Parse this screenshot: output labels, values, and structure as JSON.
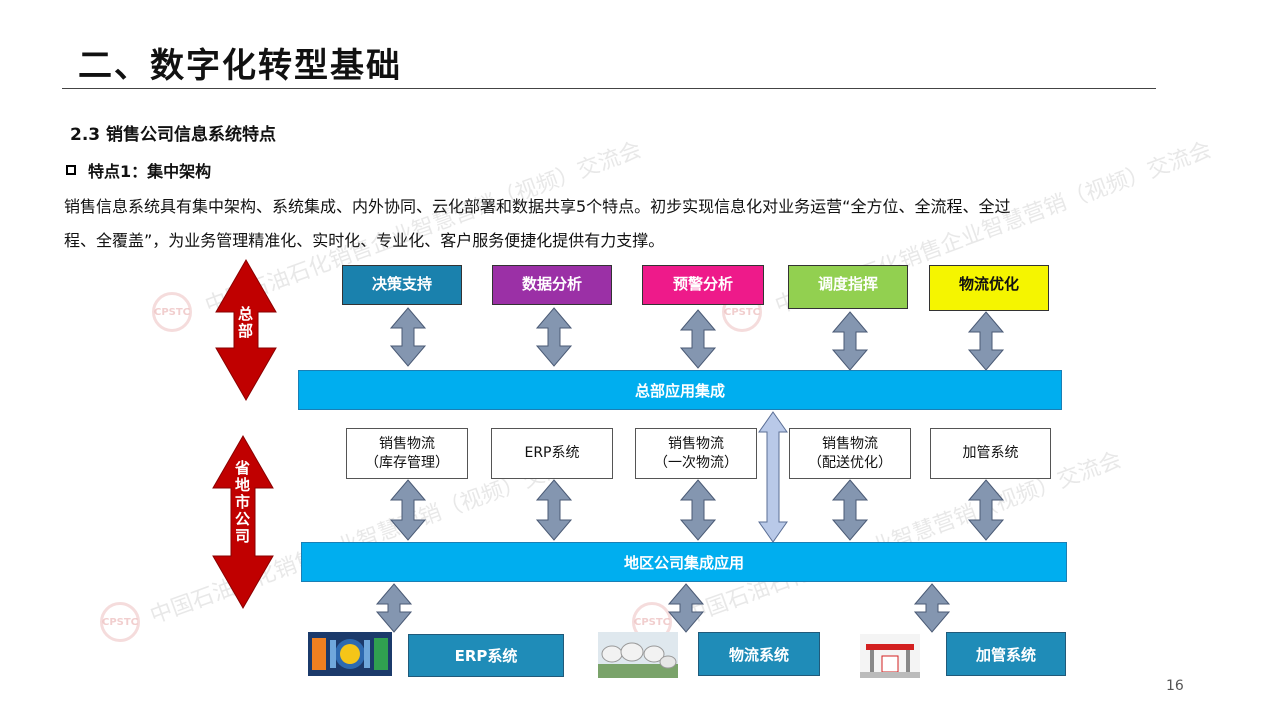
{
  "header": {
    "title": "二、数字化转型基础",
    "subtitle": "2.3  销售公司信息系统特点",
    "feature": "特点1：集中架构",
    "paragraph_line1": "销售信息系统具有集中架构、系统集成、内外协同、云化部署和数据共享5个特点。初步实现信息化对业务运营“全方位、全流程、全过",
    "paragraph_line2": "程、全覆盖”，为业务管理精准化、实时化、专业化、客户服务便捷化提供有力支撑。"
  },
  "diagram": {
    "hq_label": "总部",
    "province_label": "省地市公司",
    "hq_apps": [
      {
        "label": "决策支持",
        "color": "#1a81ad",
        "text_color": "#ffffff"
      },
      {
        "label": "数据分析",
        "color": "#9b30a6",
        "text_color": "#ffffff"
      },
      {
        "label": "预警分析",
        "color": "#ee1a8a",
        "text_color": "#ffffff"
      },
      {
        "label": "调度指挥",
        "color": "#92d050",
        "text_color": "#ffffff"
      },
      {
        "label": "物流优化",
        "color": "#f5f500",
        "text_color": "#111111"
      }
    ],
    "hq_integration": "总部应用集成",
    "regional_systems": [
      {
        "line1": "销售物流",
        "line2": "（库存管理）"
      },
      {
        "line1": "ERP系统",
        "line2": ""
      },
      {
        "line1": "销售物流",
        "line2": "（一次物流）"
      },
      {
        "line1": "销售物流",
        "line2": "（配送优化）"
      },
      {
        "line1": "加管系统",
        "line2": ""
      }
    ],
    "regional_integration": "地区公司集成应用",
    "bottom_systems": [
      "ERP系统",
      "物流系统",
      "加管系统"
    ]
  },
  "watermark": {
    "text": "中国石油石化销售企业智慧营销（视频）交流会",
    "logo": "CPSTC"
  },
  "colors": {
    "band_blue": "#00aeef",
    "arrow_red": "#c00000",
    "arrow_grey": "#8496b0",
    "arrow_light": "#b9c9e8",
    "bottom_blue": "#1f8cb8"
  },
  "page_number": "16"
}
